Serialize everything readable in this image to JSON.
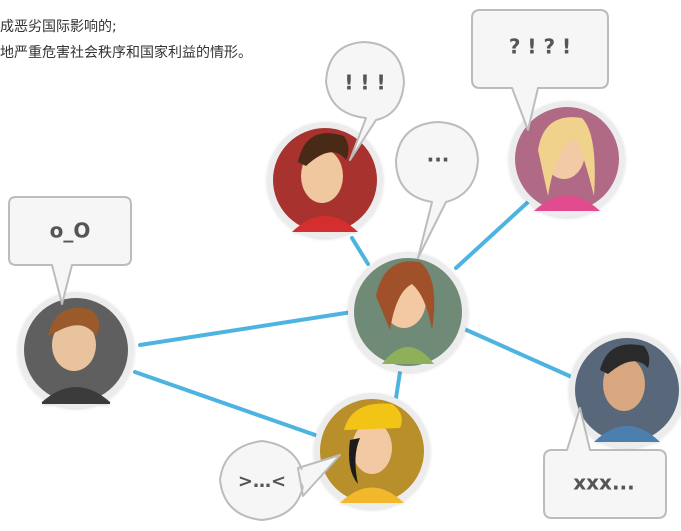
{
  "text_lines": [
    "",
    "成恶劣国际影响的;",
    "地严重危害社会秩序和国家利益的情形。"
  ],
  "bubbles": {
    "left": "o_O",
    "top": "! ! !",
    "center": "...",
    "top_right": "? ! ? !",
    "bottom": ">…<",
    "bottom_right": "xxx..."
  },
  "colors": {
    "connector": "#4db3e0",
    "bubble_fill": "#f6f6f6",
    "bubble_stroke": "#bcbcbc",
    "avatar_ring": "#e8e8e8"
  }
}
